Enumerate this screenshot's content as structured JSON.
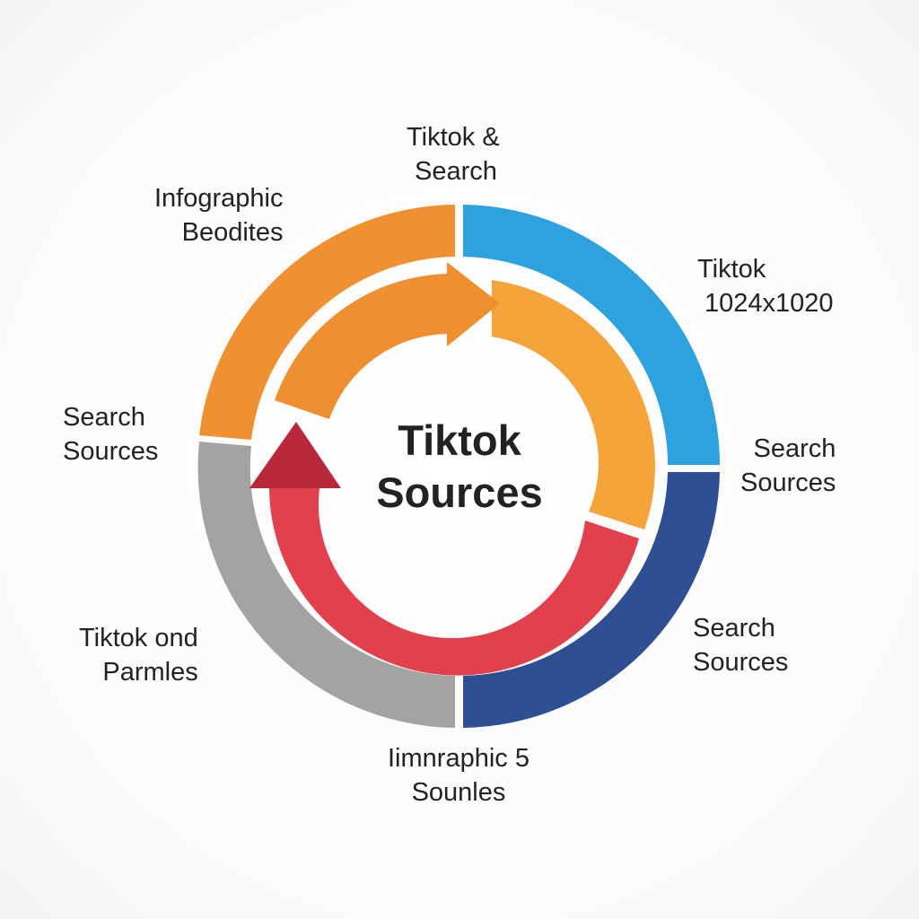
{
  "center": {
    "line1": "Tiktok",
    "line2": "Sources"
  },
  "labels": {
    "top": {
      "line1": "Tiktok &",
      "line2": "Search"
    },
    "upper_left": {
      "line1": "Infographic",
      "line2": "Beodites"
    },
    "upper_right": {
      "line1": "Tiktok",
      "line2": "1024x1020"
    },
    "mid_left": {
      "line1": "Search",
      "line2": "Sources"
    },
    "mid_right": {
      "line1": "Search",
      "line2": "Sources"
    },
    "lower_left": {
      "line1": "Tiktok  ond",
      "line2": "Parmles"
    },
    "lower_right": {
      "line1": "Search",
      "line2": "Sources"
    },
    "bottom": {
      "line1": "Iimnraphic 5",
      "line2": "Sounles"
    }
  },
  "colors": {
    "outer_orange": "#ef9130",
    "outer_blue": "#2ea1df",
    "outer_navy": "#2f4f94",
    "outer_gray": "#a3a3a3",
    "inner_orange": "#f5a43a",
    "inner_red": "#e2404c",
    "arrow_orange": "#f08f30",
    "arrow_red": "#b8283a"
  }
}
